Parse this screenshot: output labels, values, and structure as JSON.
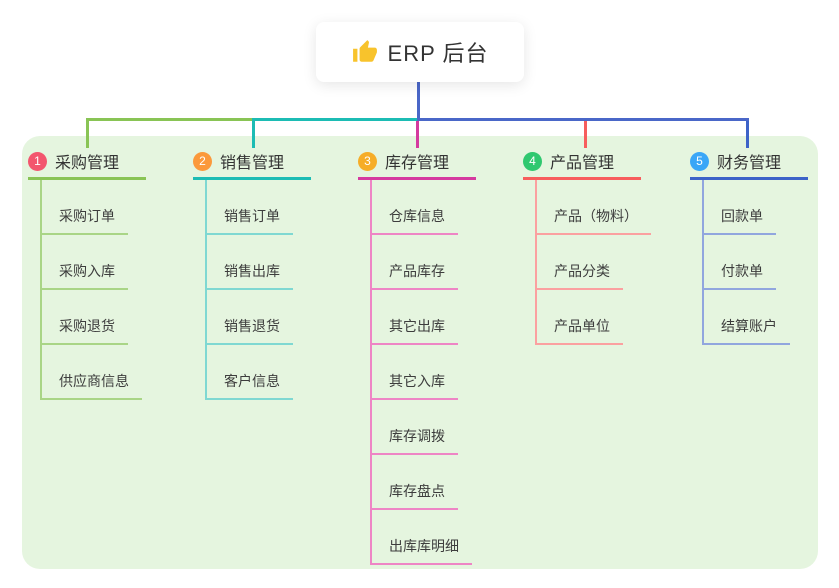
{
  "root": {
    "title": "ERP 后台",
    "icon": "thumbs-up-icon"
  },
  "branches": [
    {
      "index": "1",
      "title": "采购管理",
      "badge_color": "#f3566e",
      "line_color": "#89c455",
      "child_line_color": "#a9d586",
      "children": [
        "采购订单",
        "采购入库",
        "采购退货",
        "供应商信息"
      ]
    },
    {
      "index": "2",
      "title": "销售管理",
      "badge_color": "#fb993b",
      "line_color": "#1cbcb4",
      "child_line_color": "#7fd8d2",
      "children": [
        "销售订单",
        "销售出库",
        "销售退货",
        "客户信息"
      ]
    },
    {
      "index": "3",
      "title": "库存管理",
      "badge_color": "#f6ad27",
      "line_color": "#d53a9f",
      "child_line_color": "#ee85c5",
      "children": [
        "仓库信息",
        "产品库存",
        "其它出库",
        "其它入库",
        "库存调拨",
        "库存盘点",
        "出库库明细"
      ]
    },
    {
      "index": "4",
      "title": "产品管理",
      "badge_color": "#2fc86f",
      "line_color": "#f75d5d",
      "child_line_color": "#fba0a0",
      "children": [
        "产品（物料）",
        "产品分类",
        "产品单位"
      ]
    },
    {
      "index": "5",
      "title": "财务管理",
      "badge_color": "#3aa6f7",
      "line_color": "#3d63c8",
      "child_line_color": "#91a6de",
      "children": [
        "回款单",
        "付款单",
        "结算账户"
      ]
    }
  ],
  "colors": {
    "panel_bg": "#e5f5df",
    "root_connector": "#4a67c8",
    "thumb_icon": "#f8c32c"
  }
}
